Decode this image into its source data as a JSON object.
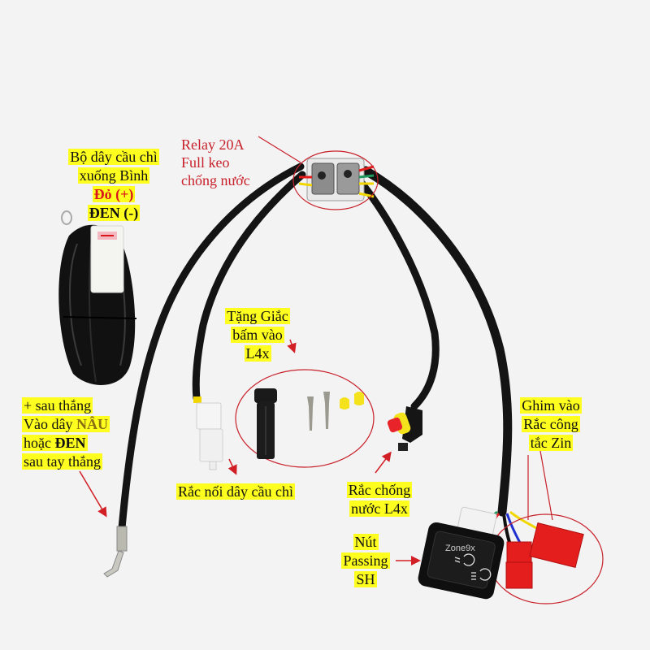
{
  "colors": {
    "background": "#f3f3f3",
    "highlight": "#ffff1f",
    "annotation_red": "#c8202a",
    "cable_black": "#141414",
    "connector_red": "#e41d1d",
    "wire_yellow": "#f2d600",
    "wire_blue": "#1f2fd0",
    "wire_green": "#1f9a5e"
  },
  "labels": {
    "fuse_kit": {
      "line1": "Bộ dây cầu chì",
      "line2": "xuống Bình",
      "line3": "Đỏ (+)",
      "line4": "ĐEN (-)"
    },
    "relay": {
      "line1": "Relay 20A",
      "line2": "Full keo",
      "line3": "chống nước"
    },
    "gift": {
      "line1": "Tặng Giắc",
      "line2": "bấm vào",
      "line3": "L4x"
    },
    "brake": {
      "line1": "+ sau thắng",
      "line2_prefix": "Vào dây ",
      "line2_bold": "NÂU",
      "line3_prefix": "hoặc ",
      "line3_bold": "ĐEN",
      "line4": "sau tay thắng"
    },
    "pin_in": {
      "line1": "Ghim vào",
      "line2": "Rắc công",
      "line3": "tắc Zin"
    },
    "fuse_connector": {
      "line1": "Rắc nối dây cầu chì"
    },
    "waterproof": {
      "line1": "Rắc chống",
      "line2": "nước L4x"
    },
    "passing": {
      "line1": "Nút",
      "line2": "Passing",
      "line3": "SH"
    }
  },
  "switch": {
    "watermark": "Zone9x"
  }
}
